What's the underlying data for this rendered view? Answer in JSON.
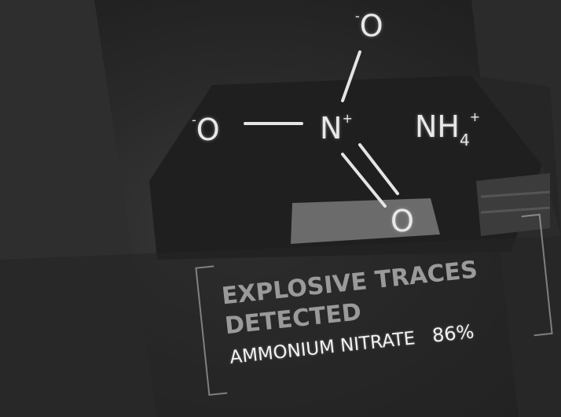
{
  "molecule": {
    "atoms": {
      "o_top": {
        "symbol": "O",
        "charge": "-"
      },
      "o_left": {
        "symbol": "O",
        "charge": "-"
      },
      "n_center": {
        "symbol": "N",
        "charge": "+"
      },
      "ammonium": {
        "symbol": "NH",
        "subscript": "4",
        "charge": "+"
      },
      "o_bottom": {
        "symbol": "O"
      }
    },
    "line_color": "#e4e4e4"
  },
  "detection": {
    "headline_line1": "EXPLOSIVE TRACES",
    "headline_line2": "DETECTED",
    "substance": "AMMONIUM NITRATE",
    "confidence": "86%",
    "confidence_value": 86,
    "headline_color": "#9a9a9a",
    "text_color": "#f2f2f2"
  }
}
